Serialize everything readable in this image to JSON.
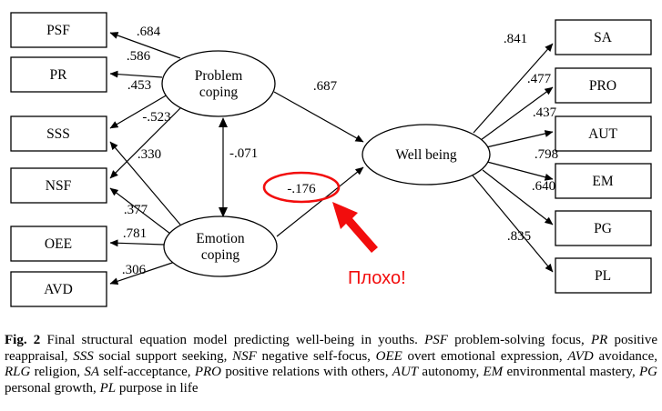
{
  "figure": {
    "left_boxes": [
      "PSF",
      "PR",
      "SSS",
      "NSF",
      "OEE",
      "AVD"
    ],
    "right_boxes": [
      "SA",
      "PRO",
      "AUT",
      "EM",
      "PG",
      "PL"
    ],
    "latent": {
      "problem": [
        "Problem",
        "coping"
      ],
      "emotion": [
        "Emotion",
        "coping"
      ],
      "wellbeing": "Well being"
    },
    "coefficients": {
      "problem_psf": ".684",
      "problem_pr": ".586",
      "problem_sss": ".453",
      "problem_nsf": "-.523",
      "emotion_sss": ".330",
      "emotion_nsf": ".377",
      "emotion_oee": ".781",
      "emotion_avd": ".306",
      "problem_emotion_cov": "-.071",
      "problem_wellbeing": ".687",
      "emotion_wellbeing": "-.176",
      "wellbeing_sa": ".841",
      "wellbeing_pro": ".477",
      "wellbeing_aut": ".437",
      "wellbeing_em": ".798",
      "wellbeing_pg": ".640",
      "wellbeing_pl": ".835"
    },
    "annotation": {
      "text": "Плохо!",
      "color": "#f20d0d",
      "highlighted_value": "-.176"
    }
  },
  "caption": {
    "segments": [
      {
        "t": "Fig. 2",
        "style": "bold"
      },
      {
        "t": " Final structural equation model predicting well-being in youths. ",
        "style": "normal"
      },
      {
        "t": "PSF",
        "style": "italic"
      },
      {
        "t": " problem-solving focus, ",
        "style": "normal"
      },
      {
        "t": "PR",
        "style": "italic"
      },
      {
        "t": " positive reappraisal, ",
        "style": "normal"
      },
      {
        "t": "SSS",
        "style": "italic"
      },
      {
        "t": " social support seeking, ",
        "style": "normal"
      },
      {
        "t": "NSF",
        "style": "italic"
      },
      {
        "t": " negative self-focus, ",
        "style": "normal"
      },
      {
        "t": "OEE",
        "style": "italic"
      },
      {
        "t": " overt emotional expression, ",
        "style": "normal"
      },
      {
        "t": "AVD",
        "style": "italic"
      },
      {
        "t": " avoidance, ",
        "style": "normal"
      },
      {
        "t": "RLG",
        "style": "italic"
      },
      {
        "t": " religion, ",
        "style": "normal"
      },
      {
        "t": "SA",
        "style": "italic"
      },
      {
        "t": " self-acceptance, ",
        "style": "normal"
      },
      {
        "t": "PRO",
        "style": "italic"
      },
      {
        "t": " positive relations with others, ",
        "style": "normal"
      },
      {
        "t": "AUT",
        "style": "italic"
      },
      {
        "t": " autonomy, ",
        "style": "normal"
      },
      {
        "t": "EM",
        "style": "italic"
      },
      {
        "t": " environmental mastery, ",
        "style": "normal"
      },
      {
        "t": "PG",
        "style": "italic"
      },
      {
        "t": " personal growth, ",
        "style": "normal"
      },
      {
        "t": "PL",
        "style": "italic"
      },
      {
        "t": " purpose in life",
        "style": "normal"
      }
    ]
  }
}
